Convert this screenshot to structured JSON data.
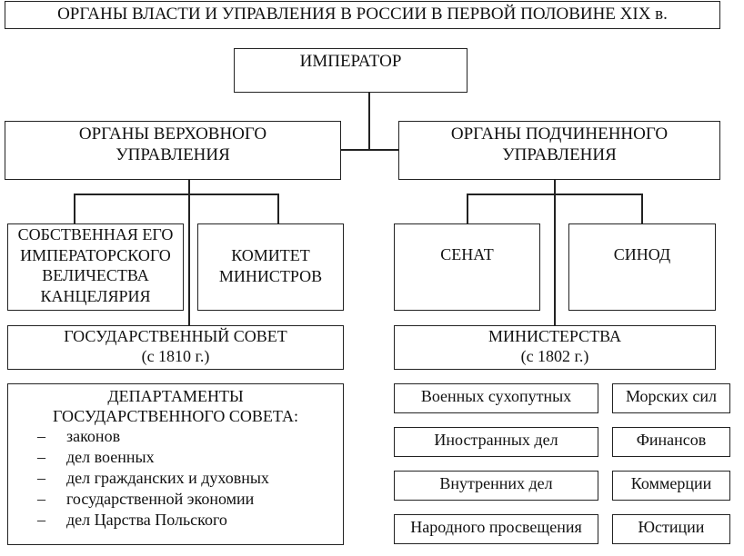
{
  "title": "ОРГАНЫ ВЛАСТИ И УПРАВЛЕНИЯ В РОССИИ В ПЕРВОЙ ПОЛОВИНЕ XIX в.",
  "emperor": "ИМПЕРАТОР",
  "supreme": {
    "title_line1": "ОРГАНЫ ВЕРХОВНОГО",
    "title_line2": "УПРАВЛЕНИЯ",
    "chancellery": [
      "СОБСТВЕННАЯ ЕГО",
      "ИМПЕРАТОРСКОГО",
      "ВЕЛИЧЕСТВА",
      "КАНЦЕЛЯРИЯ"
    ],
    "committee": [
      "КОМИТЕТ",
      "МИНИСТРОВ"
    ],
    "state_council": {
      "name": "ГОСУДАРСТВЕННЫЙ СОВЕТ",
      "date": "(с 1810 г.)"
    },
    "departments": {
      "title_line1": "ДЕПАРТАМЕНТЫ",
      "title_line2": "ГОСУДАРСТВЕННОГО СОВЕТА:",
      "bullet": "–",
      "items": [
        "законов",
        "дел военных",
        "дел гражданских и духовных",
        "государственной экономии",
        "дел Царства Польского"
      ]
    }
  },
  "subordinate": {
    "title_line1": "ОРГАНЫ ПОДЧИНЕННОГО",
    "title_line2": "УПРАВЛЕНИЯ",
    "senate": "СЕНАТ",
    "synod": "СИНОД",
    "ministries": {
      "name": "МИНИСТЕРСТВА",
      "date": "(с 1802 г.)"
    },
    "ministries_left": [
      "Военных сухопутных",
      "Иностранных дел",
      "Внутренних дел",
      "Народного просвещения"
    ],
    "ministries_right": [
      "Морских сил",
      "Финансов",
      "Коммерции",
      "Юстиции"
    ]
  }
}
